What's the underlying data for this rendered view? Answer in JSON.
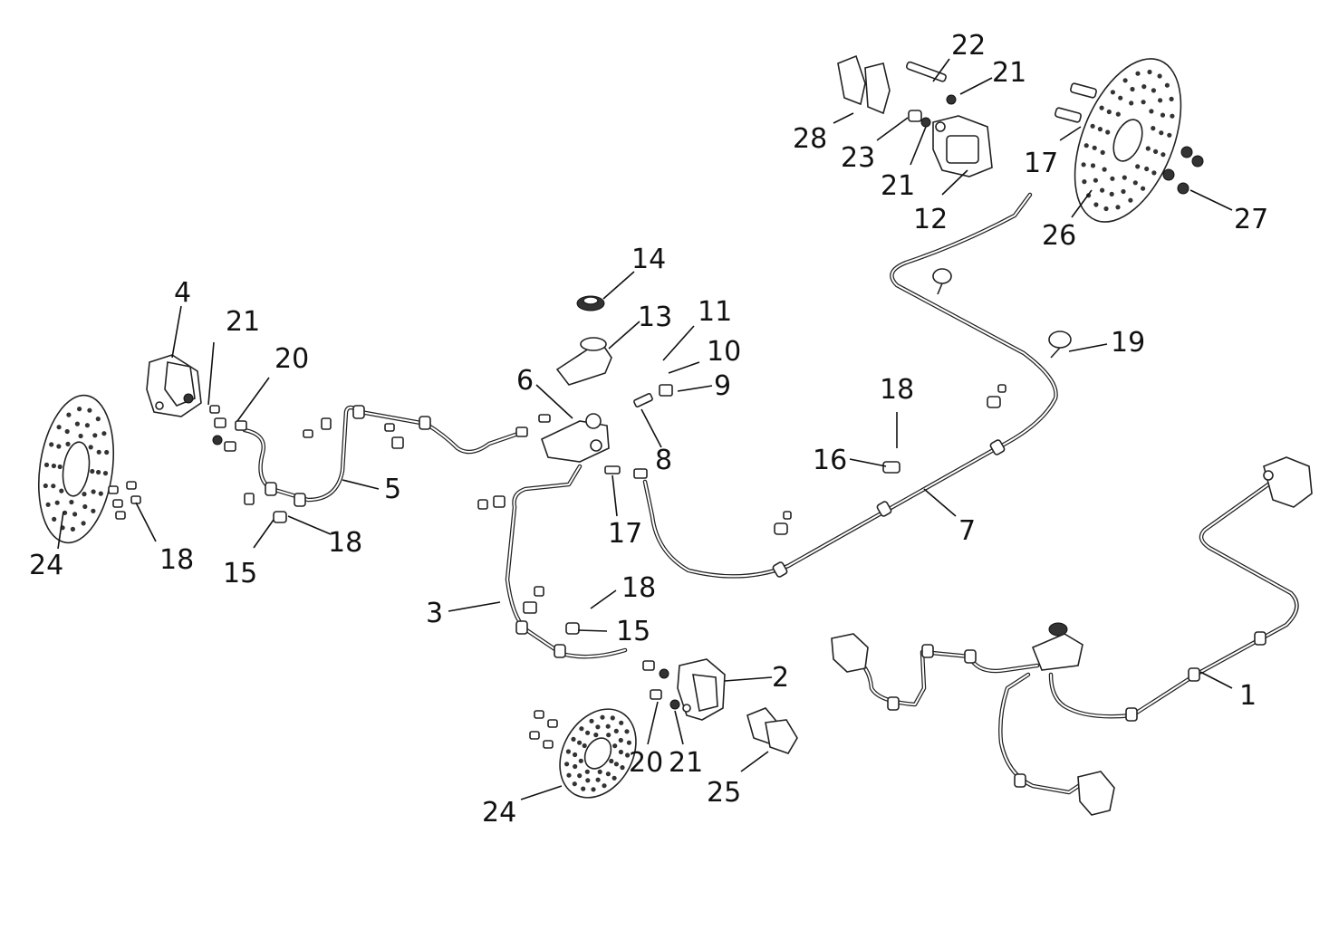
{
  "callouts": [
    {
      "id": "c1",
      "text": "1"
    },
    {
      "id": "c2",
      "text": "2"
    },
    {
      "id": "c3",
      "text": "3"
    },
    {
      "id": "c4",
      "text": "4"
    },
    {
      "id": "c5",
      "text": "5"
    },
    {
      "id": "c6",
      "text": "6"
    },
    {
      "id": "c7",
      "text": "7"
    },
    {
      "id": "c8",
      "text": "8"
    },
    {
      "id": "c9",
      "text": "9"
    },
    {
      "id": "c10",
      "text": "10"
    },
    {
      "id": "c11",
      "text": "11"
    },
    {
      "id": "c12",
      "text": "12"
    },
    {
      "id": "c13",
      "text": "13"
    },
    {
      "id": "c14",
      "text": "14"
    },
    {
      "id": "c15a",
      "text": "15"
    },
    {
      "id": "c15b",
      "text": "15"
    },
    {
      "id": "c16",
      "text": "16"
    },
    {
      "id": "c17a",
      "text": "17"
    },
    {
      "id": "c17b",
      "text": "17"
    },
    {
      "id": "c18a",
      "text": "18"
    },
    {
      "id": "c18b",
      "text": "18"
    },
    {
      "id": "c18c",
      "text": "18"
    },
    {
      "id": "c18d",
      "text": "18"
    },
    {
      "id": "c19",
      "text": "19"
    },
    {
      "id": "c20a",
      "text": "20"
    },
    {
      "id": "c20b",
      "text": "20"
    },
    {
      "id": "c21a",
      "text": "21"
    },
    {
      "id": "c21b",
      "text": "21"
    },
    {
      "id": "c21c",
      "text": "21"
    },
    {
      "id": "c21d",
      "text": "21"
    },
    {
      "id": "c22",
      "text": "22"
    },
    {
      "id": "c23",
      "text": "23"
    },
    {
      "id": "c24a",
      "text": "24"
    },
    {
      "id": "c24b",
      "text": "24"
    },
    {
      "id": "c25",
      "text": "25"
    },
    {
      "id": "c26",
      "text": "26"
    },
    {
      "id": "c27",
      "text": "27"
    },
    {
      "id": "c28",
      "text": "28"
    }
  ]
}
